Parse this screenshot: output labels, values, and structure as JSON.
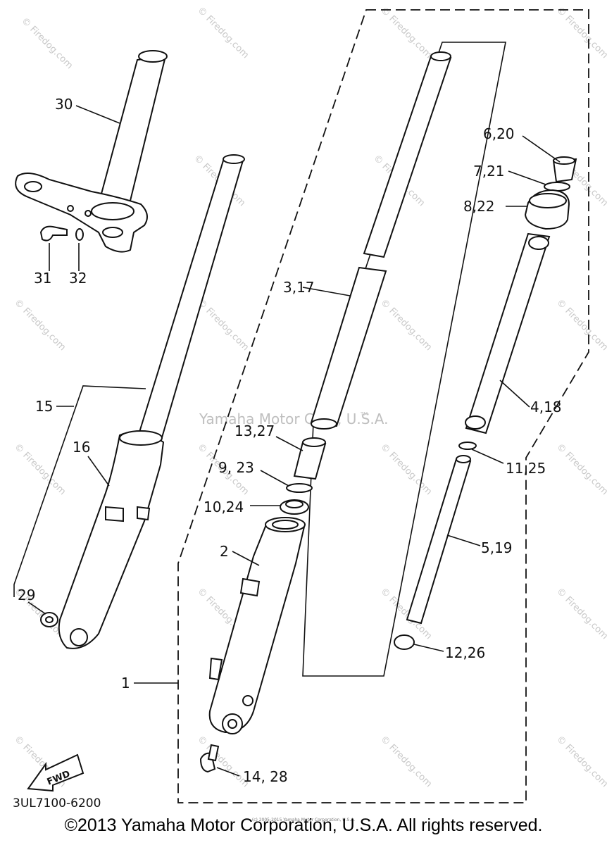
{
  "watermark": {
    "site": "© Firedog.com",
    "center": "Yamaha Motor Corp, U.S.A.",
    "tm": "TM"
  },
  "diagram_code": "3UL7100-6200",
  "fwd_label": "FWD",
  "labels": [
    {
      "id": "30",
      "text": "30"
    },
    {
      "id": "31",
      "text": "31"
    },
    {
      "id": "32",
      "text": "32"
    },
    {
      "id": "15",
      "text": "15"
    },
    {
      "id": "16",
      "text": "16"
    },
    {
      "id": "29",
      "text": "29"
    },
    {
      "id": "1",
      "text": "1"
    },
    {
      "id": "2",
      "text": "2"
    },
    {
      "id": "3_17",
      "text": "3,17"
    },
    {
      "id": "13_27",
      "text": "13,27"
    },
    {
      "id": "9_23",
      "text": "9, 23"
    },
    {
      "id": "10_24",
      "text": "10,24"
    },
    {
      "id": "14_28",
      "text": "14, 28"
    },
    {
      "id": "6_20",
      "text": "6,20"
    },
    {
      "id": "7_21",
      "text": "7,21"
    },
    {
      "id": "8_22",
      "text": "8,22"
    },
    {
      "id": "4_18",
      "text": "4,18"
    },
    {
      "id": "11_25",
      "text": "11,25"
    },
    {
      "id": "5_19",
      "text": "5,19"
    },
    {
      "id": "12_26",
      "text": "12,26"
    }
  ],
  "footer": {
    "copyright": "©2013 Yamaha Motor Corporation, U.S.A. All rights reserved.",
    "tiny": "(c) 2005-2015 Yamaha Motor Corporation, U.S.A."
  }
}
